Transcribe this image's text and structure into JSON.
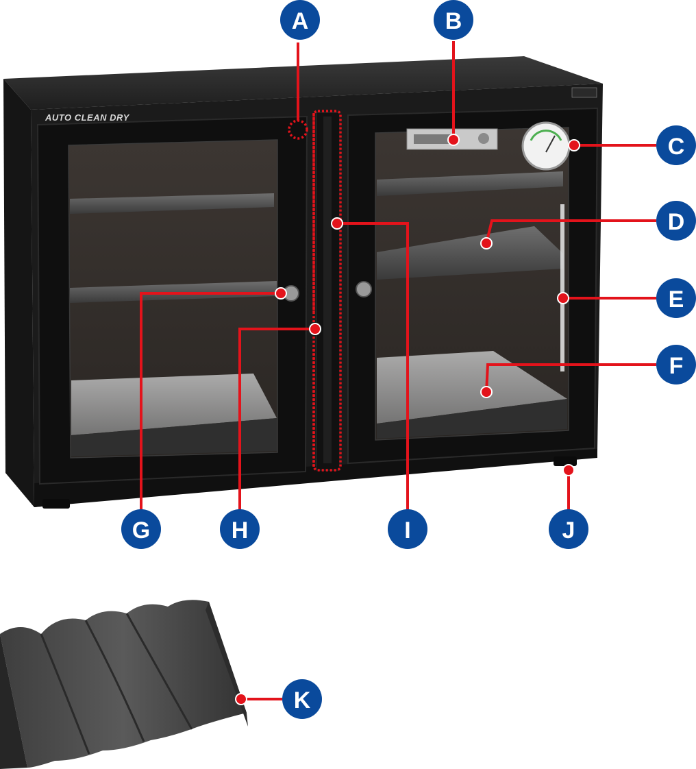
{
  "product": {
    "brand_label": "AUTO CLEAN DRY"
  },
  "callouts": [
    {
      "id": "A",
      "label": "A"
    },
    {
      "id": "B",
      "label": "B"
    },
    {
      "id": "C",
      "label": "C"
    },
    {
      "id": "D",
      "label": "D"
    },
    {
      "id": "E",
      "label": "E"
    },
    {
      "id": "F",
      "label": "F"
    },
    {
      "id": "G",
      "label": "G"
    },
    {
      "id": "H",
      "label": "H"
    },
    {
      "id": "I",
      "label": "I"
    },
    {
      "id": "J",
      "label": "J"
    },
    {
      "id": "K",
      "label": "K"
    }
  ],
  "colors": {
    "callout_fill": "#0a4a9c",
    "leader_line": "#e3131b",
    "cabinet_body": "#1a1a1a"
  }
}
